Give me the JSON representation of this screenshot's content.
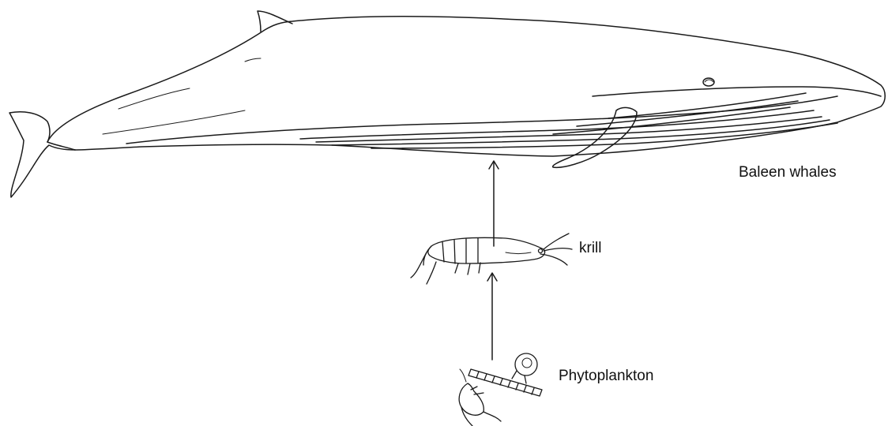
{
  "diagram": {
    "levels": [
      {
        "id": "whale",
        "label": "Baleen whales",
        "icon": "whale-icon"
      },
      {
        "id": "krill",
        "label": "krill",
        "icon": "krill-icon"
      },
      {
        "id": "phytoplankton",
        "label": "Phytoplankton",
        "icon": "phytoplankton-icon"
      }
    ],
    "arrows": [
      {
        "from": "phytoplankton",
        "to": "krill"
      },
      {
        "from": "krill",
        "to": "whale"
      }
    ],
    "colors": {
      "line": "#1a1a1a",
      "background": "#ffffff"
    }
  }
}
